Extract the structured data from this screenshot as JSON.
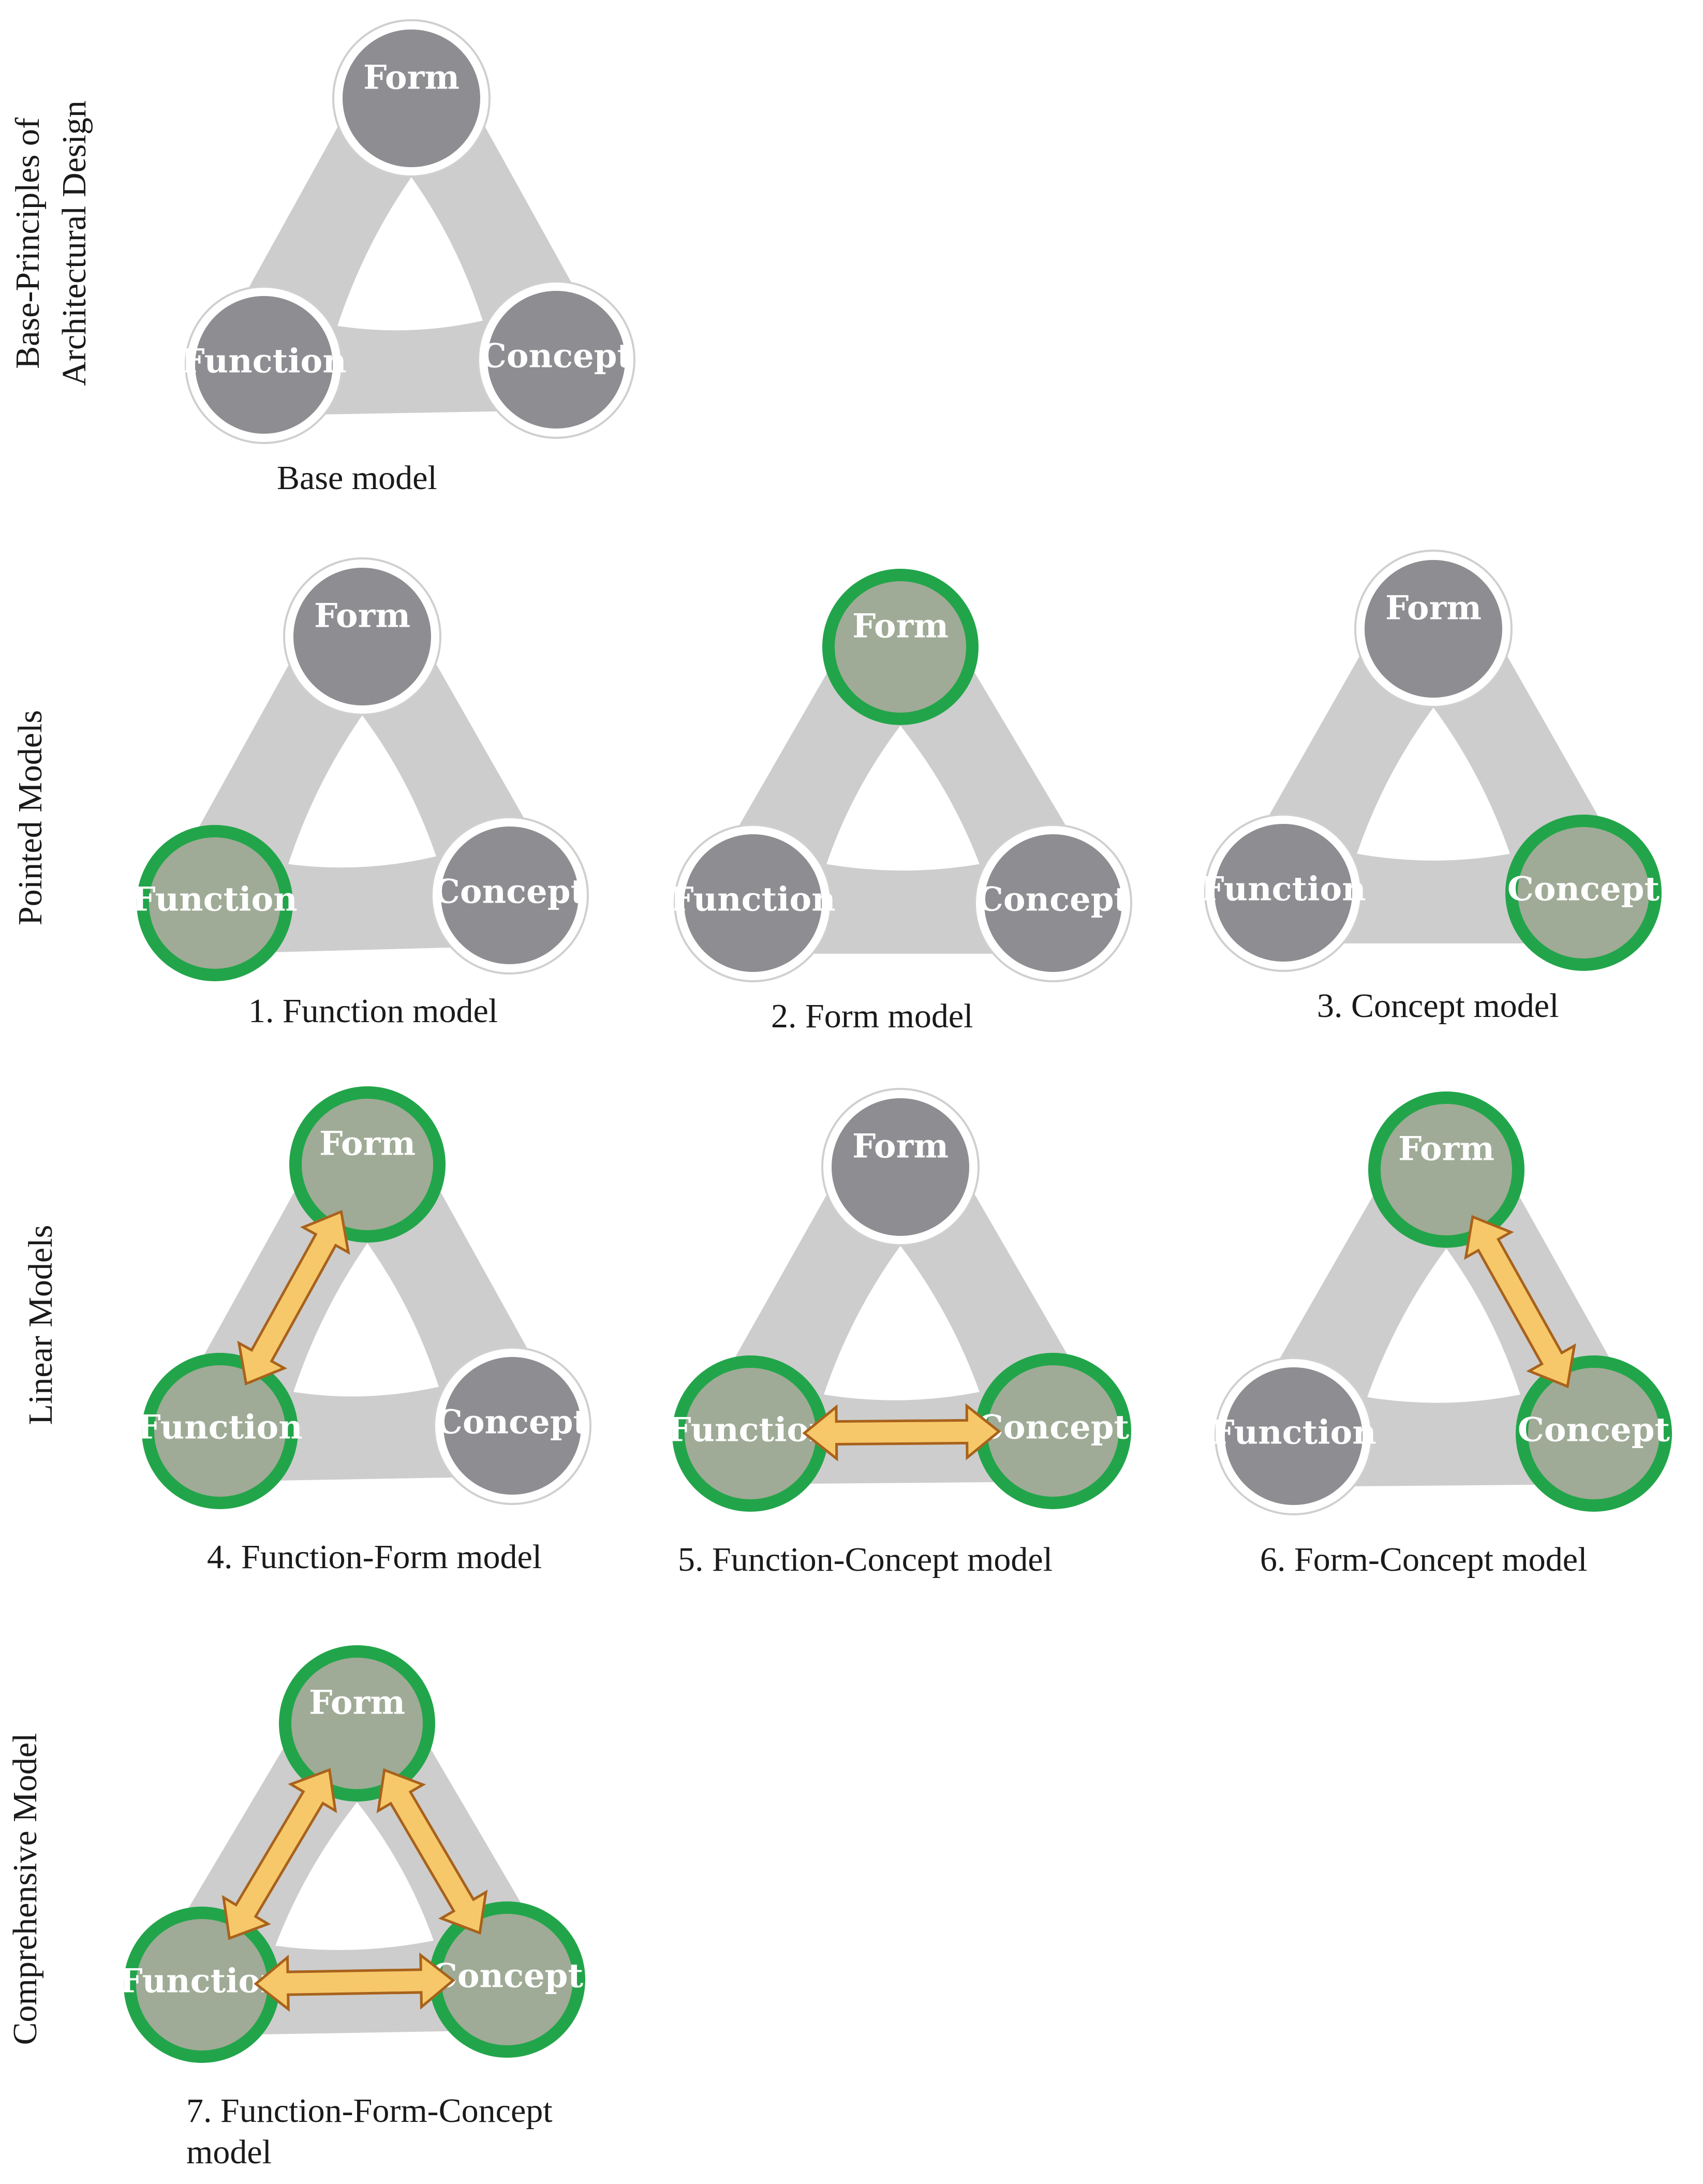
{
  "row_labels": [
    [
      "Base-Principles  of",
      "Architectural  Design"
    ],
    [
      "Pointed  Models"
    ],
    [
      "Linear  Models"
    ],
    [
      "Comprehensive  Model"
    ]
  ],
  "models": [
    {
      "caption": [
        "Base model"
      ],
      "nodes": {
        "form": "Form",
        "function": "Function",
        "concept": "Concept"
      },
      "highlighted": [],
      "arrows": []
    },
    {
      "caption": [
        "1. Function  model"
      ],
      "nodes": {
        "form": "Form",
        "function": "Function",
        "concept": "Concept"
      },
      "highlighted": [
        "function"
      ],
      "arrows": []
    },
    {
      "caption": [
        "2. Form  model"
      ],
      "nodes": {
        "form": "Form",
        "function": "Function",
        "concept": "Concept"
      },
      "highlighted": [
        "form"
      ],
      "arrows": []
    },
    {
      "caption": [
        "3. Concept  model"
      ],
      "nodes": {
        "form": "Form",
        "function": "Function",
        "concept": "Concept"
      },
      "highlighted": [
        "concept"
      ],
      "arrows": []
    },
    {
      "caption": [
        "4. Function-Form  model"
      ],
      "nodes": {
        "form": "Form",
        "function": "Function",
        "concept": "Concept"
      },
      "highlighted": [
        "form",
        "function"
      ],
      "arrows": [
        [
          "function",
          "form"
        ]
      ]
    },
    {
      "caption": [
        "5. Function-Concept  model"
      ],
      "nodes": {
        "form": "Form",
        "function": "Function",
        "concept": "Concept"
      },
      "highlighted": [
        "function",
        "concept"
      ],
      "arrows": [
        [
          "function",
          "concept"
        ]
      ]
    },
    {
      "caption": [
        "6. Form-Concept  model"
      ],
      "nodes": {
        "form": "Form",
        "function": "Function",
        "concept": "Concept"
      },
      "highlighted": [
        "form",
        "concept"
      ],
      "arrows": [
        [
          "form",
          "concept"
        ]
      ]
    },
    {
      "caption": [
        "7. Function-Form-Concept",
        "model"
      ],
      "nodes": {
        "form": "Form",
        "function": "Function",
        "concept": "Concept"
      },
      "highlighted": [
        "form",
        "function",
        "concept"
      ],
      "arrows": [
        [
          "function",
          "form"
        ],
        [
          "form",
          "concept"
        ],
        [
          "function",
          "concept"
        ]
      ]
    }
  ],
  "colors": {
    "node_default": "#8e8d91",
    "node_highlight_fill": "#9fab96",
    "node_highlight_ring": "#22a54a",
    "node_default_ring": "#ffffff",
    "connector": "#cdcdcd",
    "arrow_fill": "#f7c869",
    "arrow_stroke": "#a8621c"
  }
}
